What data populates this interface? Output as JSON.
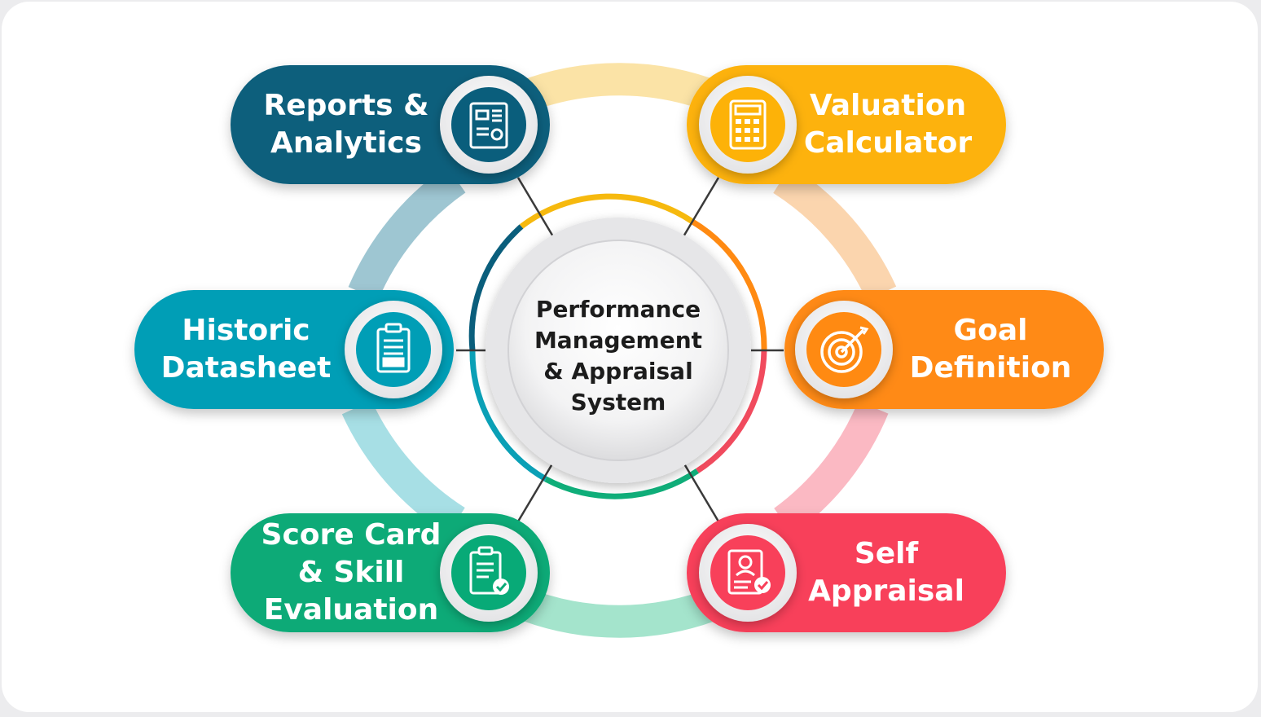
{
  "center": {
    "lines": [
      "Performance",
      "Management",
      "& Appraisal",
      "System"
    ]
  },
  "nodes": {
    "reports": {
      "lines": [
        "Reports &",
        "Analytics"
      ],
      "icon": "report-document-icon",
      "color": "#0a5e7c"
    },
    "historic": {
      "lines": [
        "Historic",
        "Datasheet"
      ],
      "icon": "clipboard-icon",
      "color": "#009eb6"
    },
    "scorecard": {
      "lines": [
        "Score Card",
        "& Skill",
        "Evaluation"
      ],
      "icon": "checklist-clipboard-icon",
      "color": "#08aa77"
    },
    "valuation": {
      "lines": [
        "Valuation",
        "Calculator"
      ],
      "icon": "calculator-icon",
      "color": "#fdb208"
    },
    "goal": {
      "lines": [
        "Goal",
        "Definition"
      ],
      "icon": "target-icon",
      "color": "#ff8a12"
    },
    "self": {
      "lines": [
        "Self",
        "Appraisal"
      ],
      "icon": "appraisal-profile-icon",
      "color": "#f8405a"
    }
  }
}
